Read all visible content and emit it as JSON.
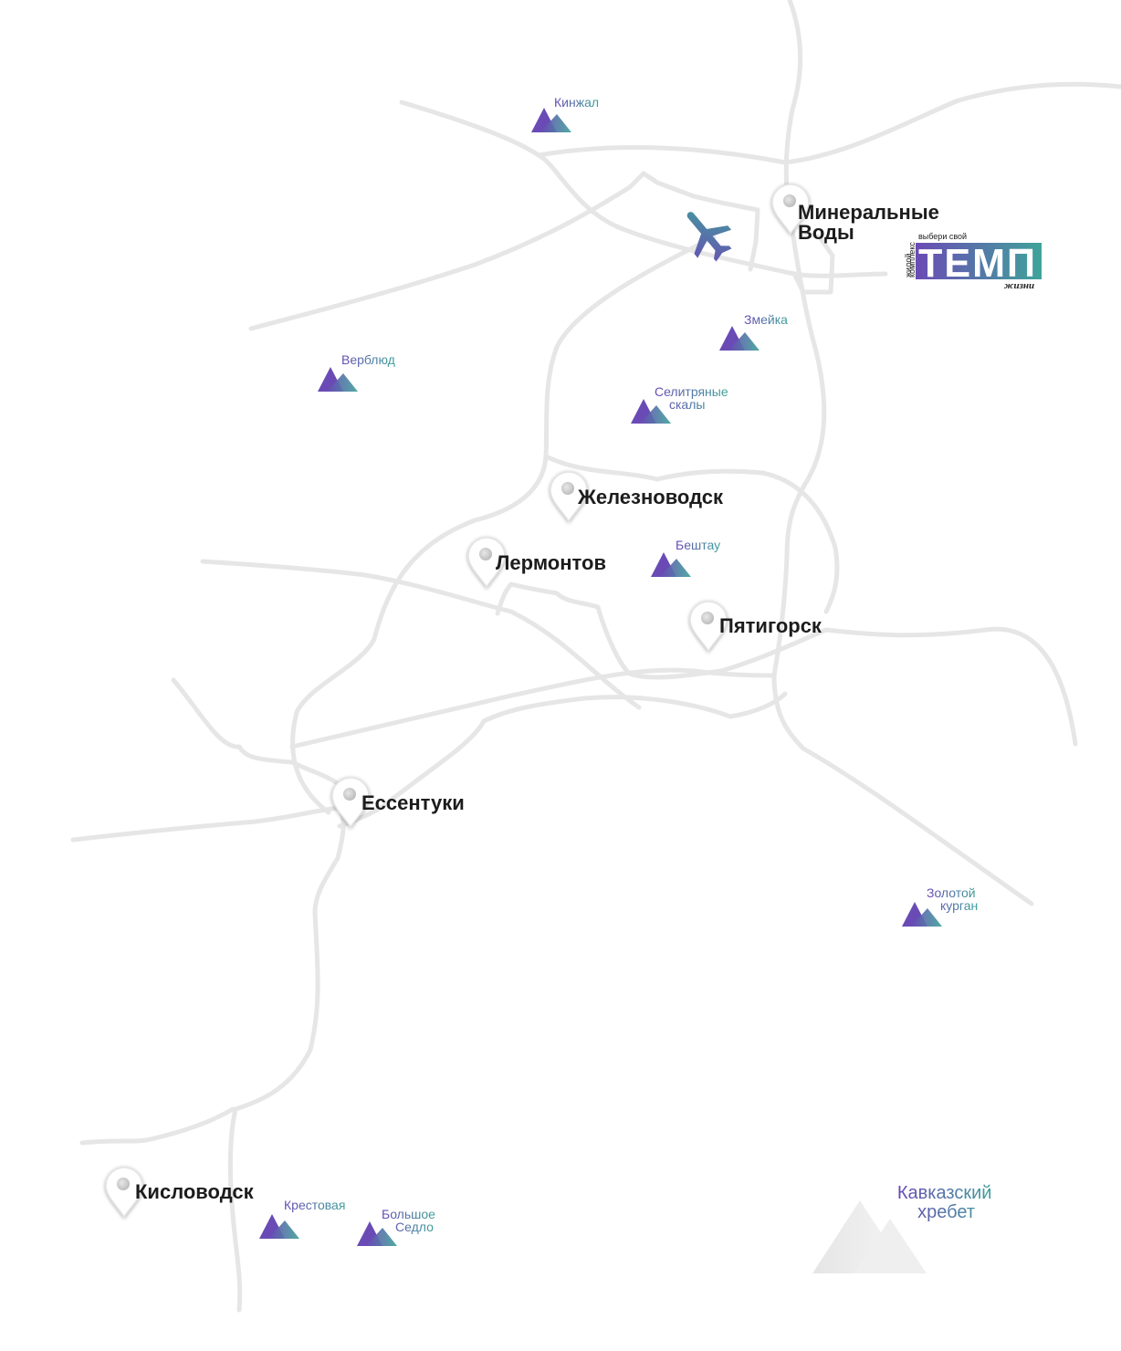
{
  "colors": {
    "road": "#e6e6e6",
    "accent_purple": "#6a4bb5",
    "accent_teal": "#3fa39a",
    "city_text": "#1c1c1c"
  },
  "cities": [
    {
      "id": "mineralnye-vody",
      "lines": [
        "Минеральные",
        "Воды"
      ]
    },
    {
      "id": "zheleznovodsk",
      "lines": [
        "Железноводск"
      ]
    },
    {
      "id": "lermontov",
      "lines": [
        "Лермонтов"
      ]
    },
    {
      "id": "pyatigorsk",
      "lines": [
        "Пятигорск"
      ]
    },
    {
      "id": "essentuki",
      "lines": [
        "Ессентуки"
      ]
    },
    {
      "id": "kislovodsk",
      "lines": [
        "Кисловодск"
      ]
    }
  ],
  "mountains": [
    {
      "id": "kinzhal",
      "lines": [
        "Кинжал"
      ]
    },
    {
      "id": "verblyud",
      "lines": [
        "Верблюд"
      ]
    },
    {
      "id": "zmeyka",
      "lines": [
        "Змейка"
      ]
    },
    {
      "id": "selitryanye-skaly",
      "lines": [
        "Селитряные",
        "скалы"
      ]
    },
    {
      "id": "beshtau",
      "lines": [
        "Бештау"
      ]
    },
    {
      "id": "zolotoy-kurgan",
      "lines": [
        "Золотой",
        "курган"
      ]
    },
    {
      "id": "krestovaya",
      "lines": [
        "Крестовая"
      ]
    },
    {
      "id": "bolshoe-sedlo",
      "lines": [
        "Большое",
        "Седло"
      ]
    }
  ],
  "ridge": {
    "lines": [
      "Кавказский",
      "хребет"
    ]
  },
  "airport_icon": "airplane-icon",
  "logo": {
    "top": "выбери свой",
    "side_1": "жилой",
    "side_2": "комплекс",
    "main": "ТЕМП",
    "bottom": "жизни"
  }
}
